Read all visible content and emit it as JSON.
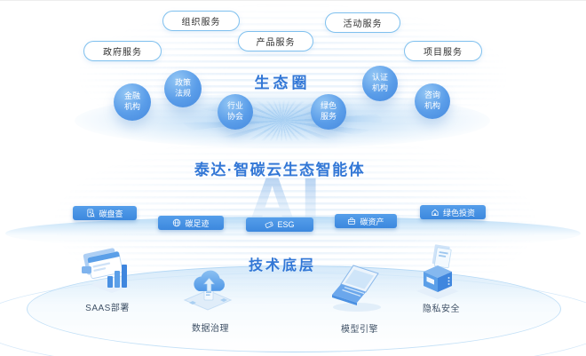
{
  "colors": {
    "accent": "#3277d6",
    "capability_pill_blue": "#3f8ee2",
    "node_blue": "#5b9fe8",
    "outline_pill_border": "#7fc0ee"
  },
  "top_services": [
    {
      "label": "政府服务"
    },
    {
      "label": "组织服务"
    },
    {
      "label": "产品服务"
    },
    {
      "label": "活动服务"
    },
    {
      "label": "项目服务"
    }
  ],
  "ecosystem": {
    "title": "生态圈",
    "nodes": [
      {
        "line1": "金融",
        "line2": "机构"
      },
      {
        "line1": "政策",
        "line2": "法规"
      },
      {
        "line1": "行业",
        "line2": "协会"
      },
      {
        "line1": "绿色",
        "line2": "服务"
      },
      {
        "line1": "认证",
        "line2": "机构"
      },
      {
        "line1": "咨询",
        "line2": "机构"
      }
    ]
  },
  "platform": {
    "title": "泰达·智碳云生态智能体",
    "watermark": "AI",
    "capabilities": [
      {
        "label": "碳盘查",
        "icon": "document-audit-icon"
      },
      {
        "label": "碳足迹",
        "icon": "globe-icon"
      },
      {
        "label": "ESG",
        "icon": "wallet-icon"
      },
      {
        "label": "碳资产",
        "icon": "briefcase-icon"
      },
      {
        "label": "绿色投资",
        "icon": "house-icon"
      }
    ]
  },
  "tech_layer": {
    "title": "技术底层",
    "items": [
      {
        "label": "SAAS部署",
        "icon": "dashboard-bars-icon"
      },
      {
        "label": "数据治理",
        "icon": "cloud-upload-icon"
      },
      {
        "label": "模型引擎",
        "icon": "laptop-icon"
      },
      {
        "label": "隐私安全",
        "icon": "secure-printer-icon"
      }
    ]
  }
}
